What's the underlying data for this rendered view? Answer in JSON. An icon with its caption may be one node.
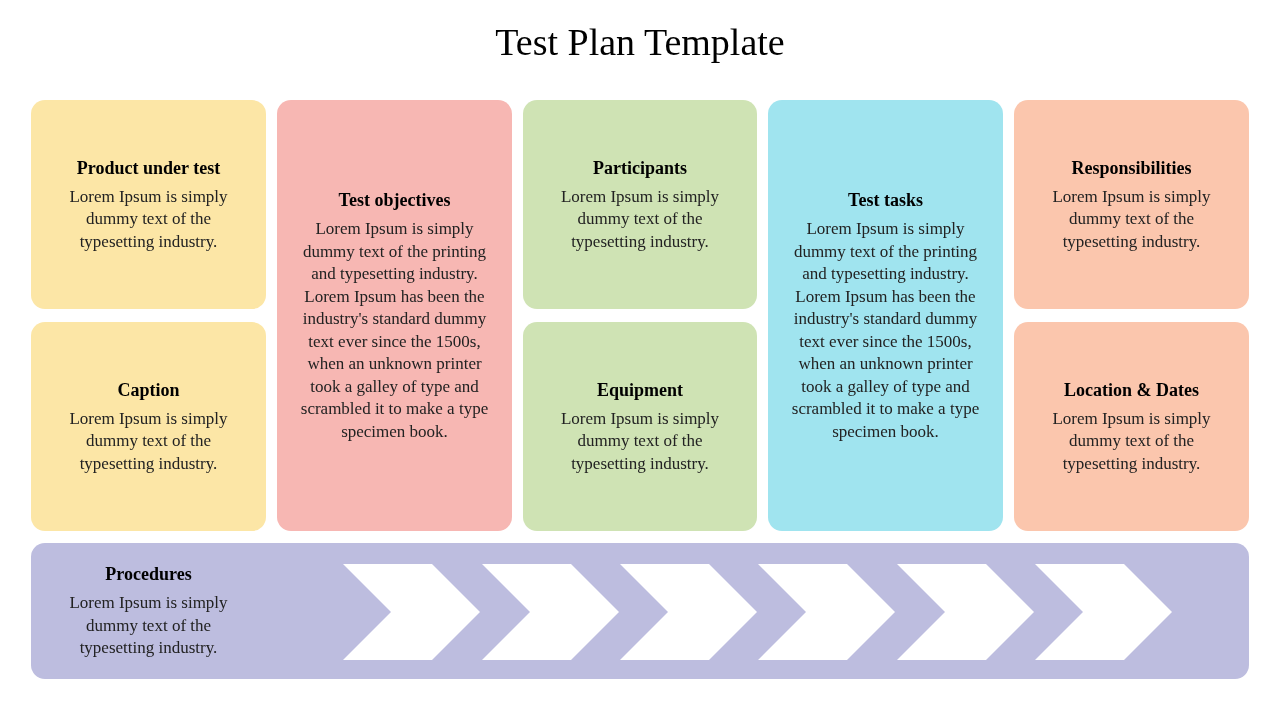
{
  "diagram": {
    "title": "Test Plan Template",
    "nodes": [
      {
        "text": [
          "Product under test",
          "Lorem Ipsum is simply dummy text of the typesetting industry."
        ]
      },
      {
        "text": [
          "Caption",
          "Lorem Ipsum is simply dummy text of the typesetting industry."
        ]
      },
      {
        "text": [
          "Test objectives",
          "Lorem Ipsum is simply dummy text of the printing and typesetting industry. Lorem Ipsum has been the industry's standard dummy text ever since the 1500s, when an unknown printer took a galley of type and scrambled it to make a type specimen book."
        ]
      },
      {
        "text": [
          "Participants",
          "Lorem Ipsum is simply dummy text of the typesetting industry."
        ]
      },
      {
        "text": [
          "Equipment",
          "Lorem Ipsum is simply dummy text of the typesetting industry."
        ]
      },
      {
        "text": [
          "Test tasks",
          "Lorem Ipsum is simply dummy text of the printing and typesetting industry. Lorem Ipsum has been the industry's standard dummy text ever since the 1500s, when an unknown printer took a galley of type and scrambled it to make a type specimen book."
        ]
      },
      {
        "text": [
          "Responsibilities",
          "Lorem Ipsum is simply dummy text of the typesetting industry."
        ]
      },
      {
        "text": [
          "Location & Dates",
          "Lorem Ipsum is simply dummy text of the typesetting industry."
        ]
      },
      {
        "text": [
          "Procedures",
          "Lorem Ipsum is simply dummy text of the typesetting industry."
        ]
      },
      {
        "text": [],
        "shape": "chevron",
        "in": 8
      },
      {
        "text": [],
        "shape": "chevron",
        "in": 8
      },
      {
        "text": [],
        "shape": "chevron",
        "in": 8
      },
      {
        "text": [],
        "shape": "chevron",
        "in": 8
      },
      {
        "text": [],
        "shape": "chevron",
        "in": 8
      },
      {
        "text": [],
        "shape": "chevron",
        "in": 8
      }
    ],
    "edges": []
  }
}
